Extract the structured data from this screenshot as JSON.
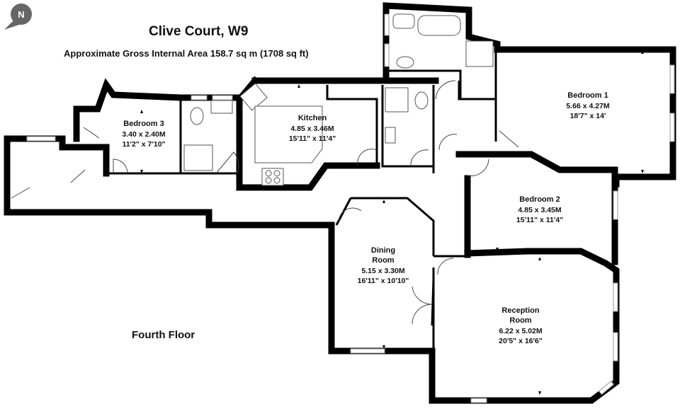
{
  "header": {
    "title": "Clive Court, W9",
    "subtitle": "Approximate Gross Internal Area  158.7 sq m  (1708 sq ft)"
  },
  "compass": {
    "letter": "N"
  },
  "floor_label": "Fourth Floor",
  "rooms": {
    "bedroom3": {
      "name": "Bedroom 3",
      "metric": "3.40 x 2.40M",
      "imperial": "11'2\" x 7'10\""
    },
    "kitchen": {
      "name": "Kitchen",
      "metric": "4.85 x 3.46M",
      "imperial": "15'11\" x 11'4\""
    },
    "bedroom1": {
      "name": "Bedroom 1",
      "metric": "5.66 x 4.27M",
      "imperial": "18'7\" x 14'"
    },
    "bedroom2": {
      "name": "Bedroom 2",
      "metric": "4.85 x 3.45M",
      "imperial": "15'11\" x 11'4\""
    },
    "dining": {
      "name_line1": "Dining",
      "name_line2": "Room",
      "metric": "5.15 x 3.30M",
      "imperial": "16'11\" x 10'10\""
    },
    "reception": {
      "name_line1": "Reception",
      "name_line2": "Room",
      "metric": "6.22 x 5.02M",
      "imperial": "20'5\" x 16'6\""
    }
  }
}
